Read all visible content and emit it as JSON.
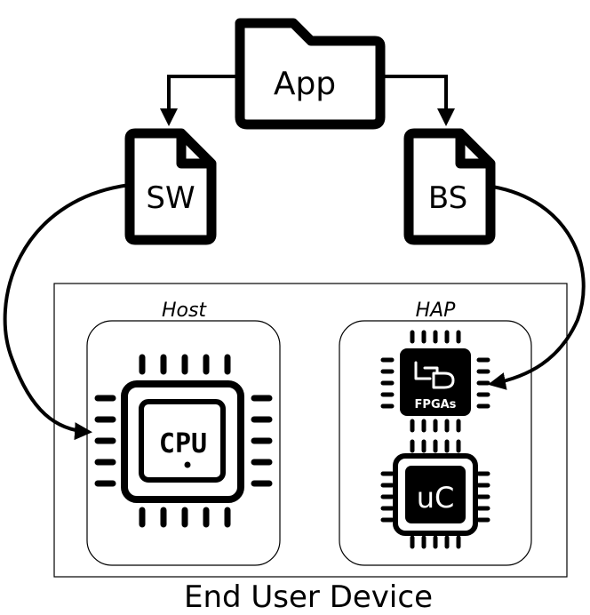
{
  "app": {
    "label": "App"
  },
  "files": {
    "sw": {
      "label": "SW"
    },
    "bs": {
      "label": "BS"
    }
  },
  "device": {
    "label": "End User Device",
    "host": {
      "label": "Host",
      "chip_label": "CPU"
    },
    "hap": {
      "label": "HAP",
      "fpga_label": "FPGAs",
      "uc_label": "uC"
    }
  },
  "colors": {
    "stroke": "#000000",
    "background": "#ffffff"
  }
}
